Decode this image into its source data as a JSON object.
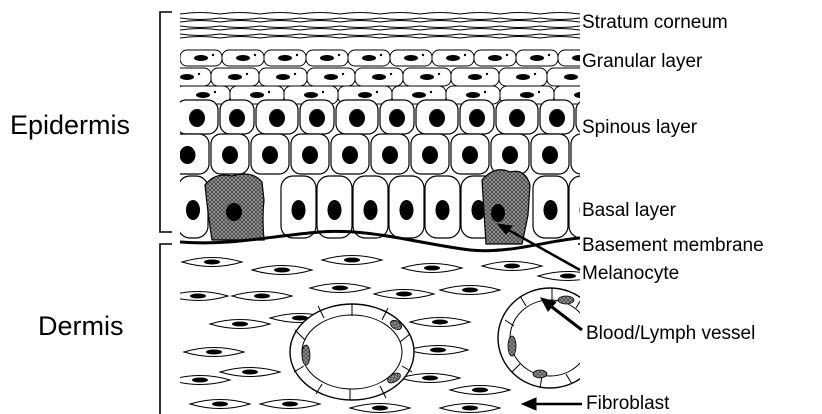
{
  "regions": {
    "epidermis": "Epidermis",
    "dermis": "Dermis"
  },
  "labels": {
    "stratum_corneum": "Stratum corneum",
    "granular_layer": "Granular layer",
    "spinous_layer": "Spinous layer",
    "basal_layer": "Basal layer",
    "basement_membrane": "Basement membrane",
    "melanocyte": "Melanocyte",
    "blood_lymph_vessel": "Blood/Lymph vessel",
    "fibroblast": "Fibroblast"
  },
  "colors": {
    "line": "#000000",
    "melanocyte_fill": "#7a7a7a",
    "background": "#ffffff"
  }
}
